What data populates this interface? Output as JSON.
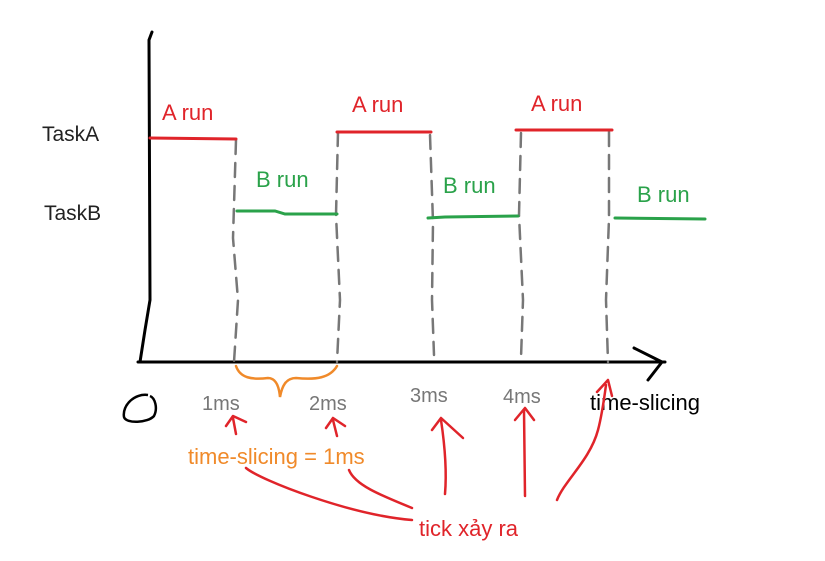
{
  "rows": {
    "task_a": "TaskA",
    "task_b": "TaskB"
  },
  "runs": {
    "a": [
      "A run",
      "A run",
      "A run"
    ],
    "b": [
      "B run",
      "B run",
      "B run"
    ]
  },
  "axis": {
    "ticks": [
      "1ms",
      "2ms",
      "3ms",
      "4ms"
    ],
    "x_label": "time-slicing"
  },
  "annotations": {
    "slice_note": "time-slicing = 1ms",
    "tick_note": "tick xảy ra"
  },
  "colors": {
    "task_a": "#e0242a",
    "task_b": "#2aa24a",
    "slice_brace": "#f08a2a",
    "axis": "#000000",
    "divider": "#777777"
  }
}
